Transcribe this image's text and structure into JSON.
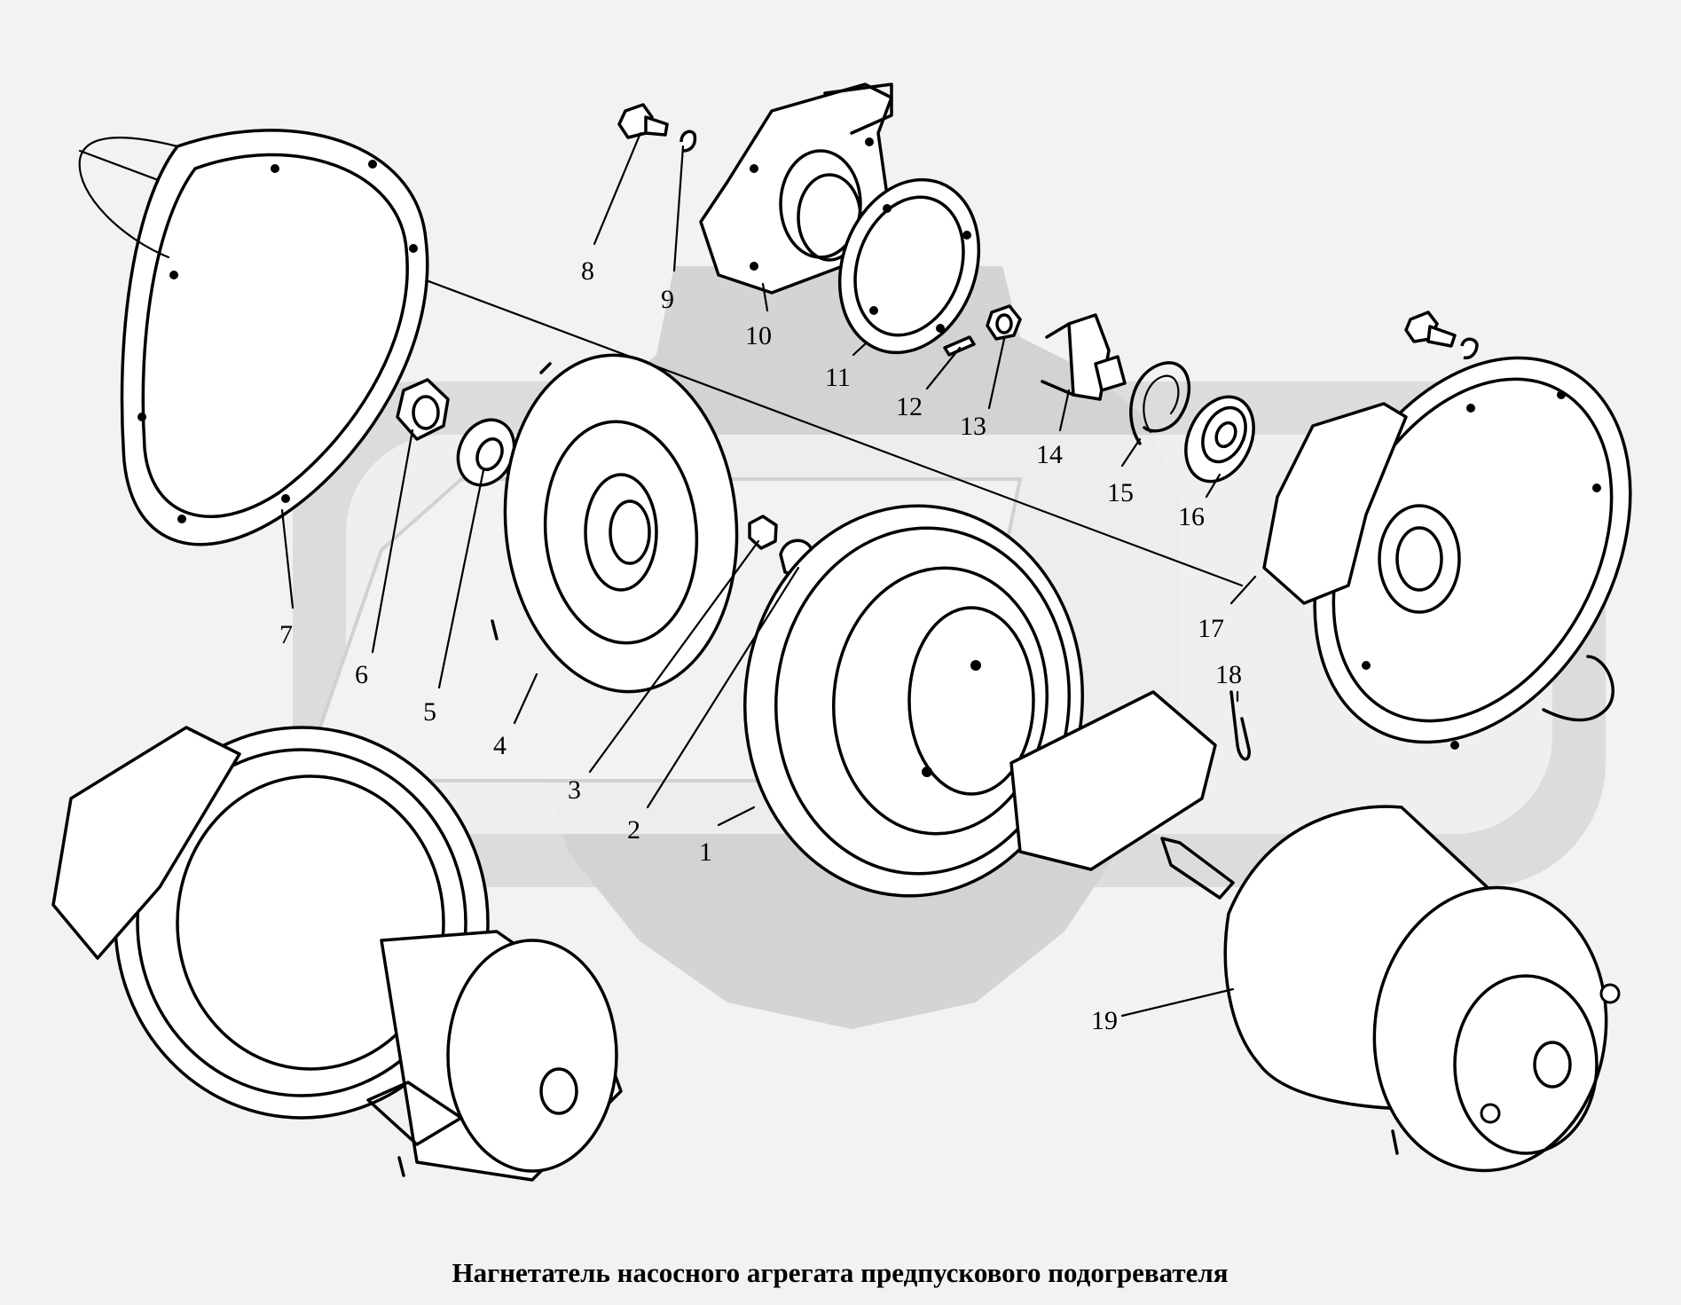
{
  "caption": "Нагнетатель насосного агрегата предпускового подогревателя",
  "callouts": [
    "1",
    "2",
    "3",
    "4",
    "5",
    "6",
    "7",
    "8",
    "9",
    "10",
    "11",
    "12",
    "13",
    "14",
    "15",
    "16",
    "17",
    "18",
    "19"
  ],
  "colors": {
    "background": "#f2f2f2",
    "watermark": "#d2d2d2",
    "line": "#000000"
  }
}
